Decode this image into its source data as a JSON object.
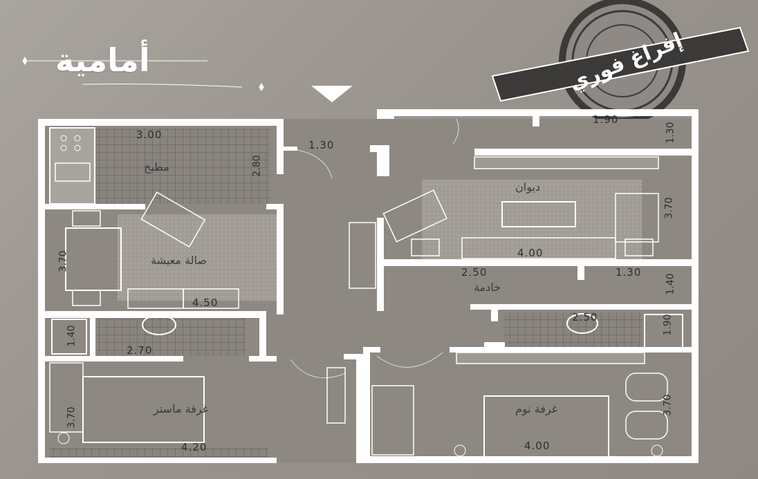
{
  "header": {
    "title": "أمامية",
    "stamp_text": "إفراغ فوري"
  },
  "rooms": {
    "kitchen": "مطبخ",
    "living": "صالة معيشة",
    "diwan": "ديوان",
    "maid": "خادمة",
    "master": "غرفة ماستر",
    "bedroom": "غرفة نوم"
  },
  "dimensions": {
    "kitchen_w": "3.00",
    "kitchen_h": "2.80",
    "corridor_w": "1.30",
    "top_right_w": "1.90",
    "top_right_h": "1.30",
    "diwan_w": "4.00",
    "diwan_h": "3.70",
    "living_w": "4.50",
    "living_h": "3.70",
    "maid_w": "2.50",
    "maid_side_w": "1.30",
    "maid_h": "1.40",
    "bath_left_w": "2.70",
    "bath_left_h": "1.40",
    "bath_right_w": "2.50",
    "bath_right_h": "1.90",
    "master_w": "4.20",
    "master_h": "3.70",
    "bedroom_w": "4.00",
    "bedroom_h": "3.70"
  },
  "colors": {
    "background": "#9b958f",
    "wall": "#ffffff",
    "floor": "#8e8883",
    "tile": "#7d7873",
    "stamp_dark": "#3c3a38"
  }
}
